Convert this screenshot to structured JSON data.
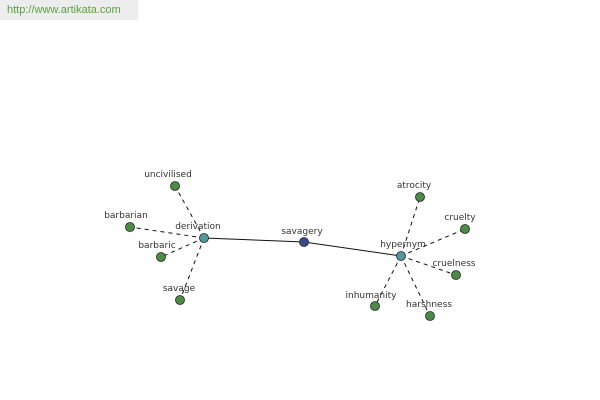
{
  "site": {
    "url": "http://www.artikata.com"
  },
  "graph": {
    "center": {
      "label": "savagery",
      "color": "#3a4a8c"
    },
    "hubs": [
      {
        "label": "derivation",
        "color": "#4f9aa0",
        "leaves": [
          "uncivilised",
          "barbarian",
          "barbaric",
          "savage"
        ]
      },
      {
        "label": "hypernym",
        "color": "#4f9aa0",
        "leaves": [
          "atrocity",
          "cruelty",
          "cruelness",
          "harshness",
          "inhumanity"
        ]
      }
    ],
    "leaf_color": "#4a8c46"
  }
}
